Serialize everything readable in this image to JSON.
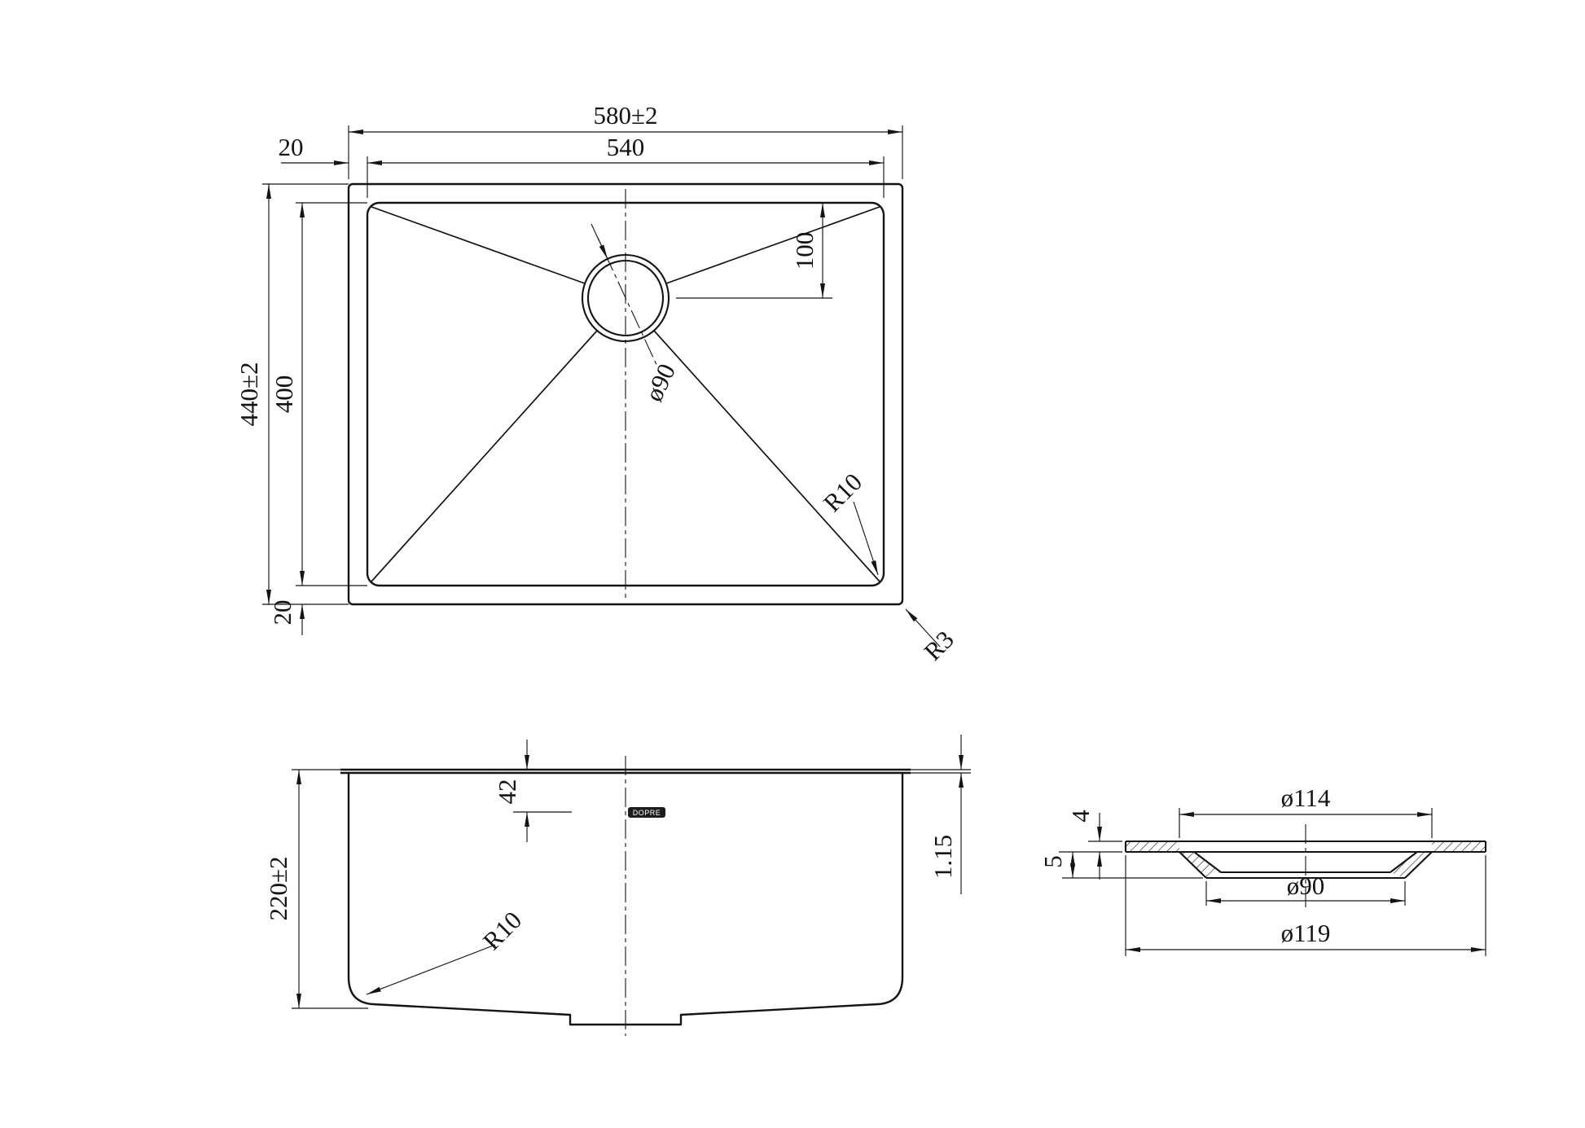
{
  "drawing": {
    "background_color": "#ffffff",
    "line_color": "#141414"
  },
  "top_view": {
    "dim_width_outer": "580±2",
    "dim_width_inner": "540",
    "dim_lip_left": "20",
    "dim_height_outer": "440±2",
    "dim_height_inner": "400",
    "dim_lip_bottom": "20",
    "dim_drain_offset": "100",
    "dim_drain_diameter": "ø90",
    "dim_inner_corner_radius": "R10",
    "dim_outer_corner_radius": "R3"
  },
  "front_view": {
    "dim_depth": "220±2",
    "dim_logo_offset": "42",
    "dim_sheet_thickness": "1.15",
    "dim_bottom_corner_radius": "R10",
    "logo_text": "DOPRE"
  },
  "flange_detail": {
    "dim_top_diameter": "ø114",
    "dim_throat_diameter": "ø90",
    "dim_overall_diameter": "ø119",
    "dim_lip_height": "4",
    "dim_flange_drop": "5"
  }
}
